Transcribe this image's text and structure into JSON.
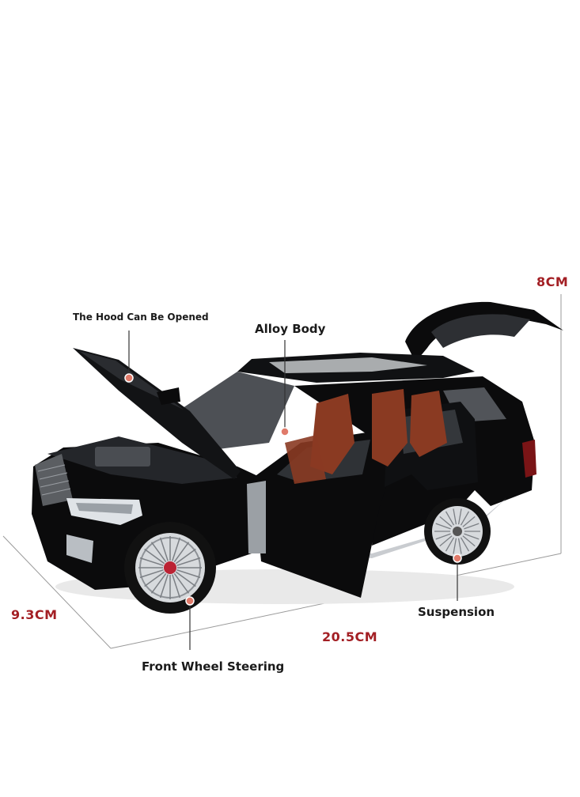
{
  "labels": {
    "hood": "The Hood Can Be Opened",
    "alloy_body": "Alloy Body",
    "suspension": "Suspension",
    "front_wheel_steering": "Front Wheel Steering"
  },
  "dimensions": {
    "height": "8CM",
    "width": "9.3CM",
    "length": "20.5CM"
  },
  "colors": {
    "dimension_text": "#a31f24",
    "callout_dot": "#e07a6a",
    "car_body": "#0b0b0c",
    "interior": "#8a3a22"
  }
}
